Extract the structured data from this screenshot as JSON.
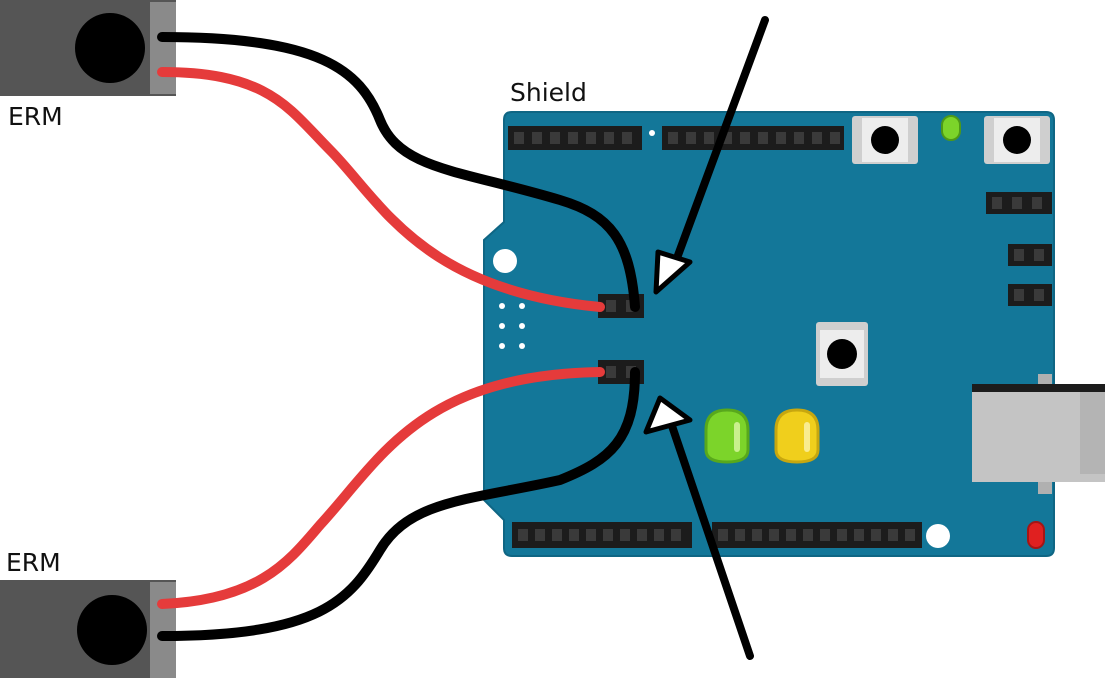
{
  "labels": {
    "shield": "Shield",
    "erm_top": "ERM",
    "erm_bottom": "ERM"
  },
  "colors": {
    "board": "#137799",
    "board_edge": "#0f6684",
    "header": "#1c1c1c",
    "wire_red": "#e53b3b",
    "wire_black": "#000000",
    "motor_body": "#555555",
    "led_green": "#7cd42a",
    "led_yellow": "#f0cf1c",
    "led_red": "#e02020",
    "usb": "#c4c4c4"
  },
  "components": {
    "erm_motors": 2,
    "leds": [
      "green",
      "yellow"
    ],
    "small_leds": [
      "green",
      "red"
    ],
    "push_buttons": 3,
    "arrows": 2
  }
}
